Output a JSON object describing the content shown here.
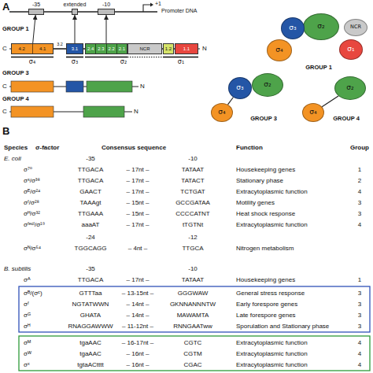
{
  "diagram": {
    "nodes": [
      {
        "text": [
          "-35"
        ]
      },
      {
        "text": [
          "extended"
        ]
      },
      {
        "text": [
          "-10"
        ]
      },
      {
        "text": [
          "4.2",
          "4.1"
        ]
      },
      {
        "text": [
          "3.1"
        ]
      },
      {
        "text": [
          "2.4",
          "2.3",
          "2.2",
          "2.1"
        ]
      },
      {
        "text": [
          "NCR"
        ]
      },
      {
        "text": [
          "1.2"
        ]
      },
      {
        "text": [
          "1.1"
        ]
      },
      {
        "text": [
          "σ₂"
        ]
      },
      {
        "text": [
          "σ₃"
        ]
      },
      {
        "text": [
          "σ₄"
        ]
      },
      {
        "text": [
          "σ₁"
        ]
      },
      {
        "text": [
          "NCR"
        ]
      },
      {
        "text": [
          "σ₃"
        ]
      },
      {
        "text": [
          "σ₂"
        ]
      },
      {
        "text": [
          "σ₄"
        ]
      },
      {
        "text": [
          "σ₂"
        ]
      },
      {
        "text": [
          "σ₄"
        ]
      }
    ],
    "edges": [
      {
        "from": 3,
        "to": 0,
        "arrow": "to"
      },
      {
        "from": 4,
        "to": 1,
        "arrow": "to"
      },
      {
        "from": 5,
        "to": 2,
        "arrow": "to"
      },
      {
        "from": 3,
        "to": 4,
        "arrow": "none"
      },
      {
        "from": 4,
        "to": 5,
        "arrow": "none"
      },
      {
        "from": 6,
        "to": 7,
        "arrow": "none"
      },
      {
        "from": 7,
        "to": 8,
        "arrow": "none"
      },
      {
        "from": 16,
        "to": 14,
        "arrow": "none"
      },
      {
        "from": 18,
        "to": 17,
        "arrow": "none"
      }
    ],
    "labels": [
      "A",
      "+1",
      "Promoter DNA",
      "GROUP 1",
      "C",
      "3.2",
      "N",
      "σ₄",
      "σ₃",
      "σ₂",
      "σ₁",
      "GROUP 3",
      "C",
      "N",
      "GROUP 4",
      "C",
      "N",
      "GROUP 1",
      "GROUP 3",
      "GROUP 4",
      "B",
      "Species",
      "σ-factor",
      "Consensus sequence",
      "Function",
      "Group",
      "E. coli",
      "-35",
      "-10",
      "σ⁷⁰",
      "TTGACA",
      "– 17nt –",
      "TATAAT",
      "Housekeeping genes",
      "1",
      "σˢ/σ³⁸",
      "TTGACA",
      "– 17nt –",
      "TATACT",
      "Stationary phase",
      "2",
      "σᴱ/σ²⁴",
      "GAACT",
      "– 17nt –",
      "TCTGAT",
      "Extracytoplasmic function",
      "4",
      "σᶠ/σ²⁸",
      "TAAAgt",
      "– 15nt –",
      "GCCGATAA",
      "Motility genes",
      "3",
      "σᴴ/σ³²",
      "TTGAAA",
      "– 15nt –",
      "CCCCATNT",
      "Heat shock response",
      "3",
      "σᶠᵉᶜᴵ/σ¹⁹",
      "aaaAT",
      "– 17nt –",
      "tTGTNt",
      "Extracytoplasmic function",
      "4",
      "-24",
      "-12",
      "σᴺ/σ⁵⁴",
      "TGGCAGG",
      "– 4nt –",
      "TTGCA",
      "Nitrogen metabolism",
      "B. subtilis",
      "-35",
      "-10",
      "σᴬ",
      "TTGACA",
      "– 17nt –",
      "TATAAT",
      "Housekeeping genes",
      "1",
      "σᴮ/(σᶜ)",
      "GTTTaa",
      "– 13-15nt –",
      "GGGWAW",
      "General stress response",
      "3",
      "σᶠ",
      "NGTATWWN",
      "– 14nt –",
      "GKNNANNNTW",
      "Early forespore genes",
      "3",
      "σᴳ",
      "GHATA",
      "– 14nt –",
      "MAWAMTA",
      "Late forespore genes",
      "3",
      "σᴴ",
      "RNAGGAWWW",
      "– 11-12nt –",
      "RNNGAATww",
      "Sporulation and Stationary phase",
      "3",
      "σᴹ",
      "tgaAAC",
      "– 16-17nt –",
      "CGTC",
      "Extracytoplasmic function",
      "4",
      "σᵂ",
      "tgaAAC",
      "– 16nt –",
      "CGTM",
      "Extracytoplasmic function",
      "4",
      "σˣ",
      "tgtaACtttt",
      "– 16nt –",
      "CGAC",
      "Extracytoplasmic function",
      "4"
    ]
  }
}
